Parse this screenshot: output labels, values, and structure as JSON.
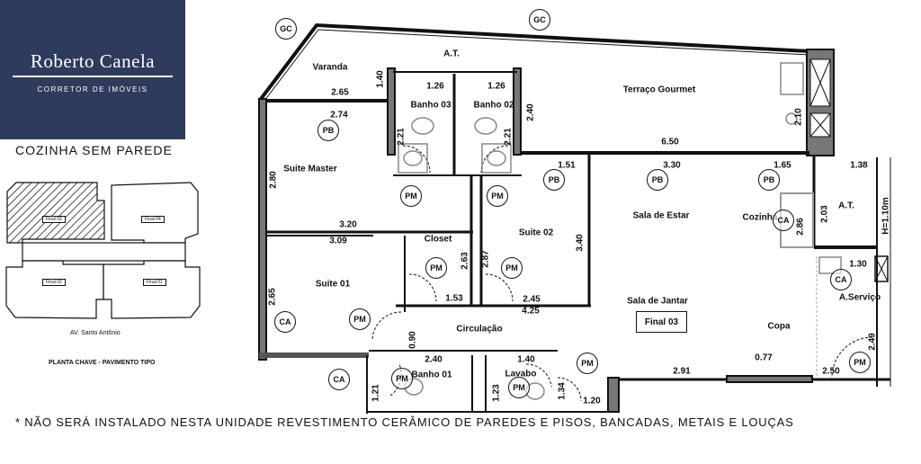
{
  "logo": {
    "name": "Roberto Canela",
    "subtitle": "CORRETOR DE IMÓVEIS"
  },
  "note": "COZINHA SEM PAREDE",
  "key_plan": {
    "units": [
      "Final 03",
      "Final 04",
      "Final 02",
      "Final 01"
    ],
    "highlighted": "Final 03",
    "street": "AV. Santo Antônio",
    "title": "PLANTA CHAVE - PAVIMENTO TIPO"
  },
  "plan": {
    "unit_label": "Final 03",
    "rooms": [
      "Varanda",
      "A.T.",
      "Banho 03",
      "Banho 02",
      "Terraço Gourmet",
      "Suite Master",
      "Sala de Estar",
      "Cozinha",
      "A.T.",
      "Closet",
      "Suite 02",
      "Suite 01",
      "Circulação",
      "Sala de Jantar",
      "Copa",
      "A.Serviço",
      "Banho 01",
      "Lavabo"
    ],
    "dimensions": [
      "1.40",
      "2.65",
      "2.74",
      "1.26",
      "1.26",
      "2.40",
      "2.21",
      "2.21",
      "2.10",
      "6.50",
      "2.80",
      "1.51",
      "3.30",
      "1.65",
      "1.38",
      "2.86",
      "2.03",
      "H=1.10m",
      "3.20",
      "3.09",
      "3.40",
      "2.63",
      "2.87",
      "1.53",
      "2.45",
      "4.25",
      "2.65",
      "0.90",
      "1.30",
      "2.40",
      "1.40",
      "1.21",
      "1.23",
      "1.34",
      "1.20",
      "0.77",
      "2.91",
      "2.50",
      "2.49"
    ],
    "tags": [
      "GC",
      "GC",
      "PB",
      "PM",
      "PM",
      "PB",
      "PB",
      "PB",
      "CA",
      "PM",
      "PM",
      "CA",
      "PM",
      "CA",
      "PM",
      "PM",
      "PM",
      "CA",
      "PM"
    ]
  },
  "footer": "* NÃO SERÁ INSTALADO NESTA UNIDADE REVESTIMENTO CERÂMICO DE PAREDES E PISOS, BANCADAS, METAIS E LOUÇAS"
}
